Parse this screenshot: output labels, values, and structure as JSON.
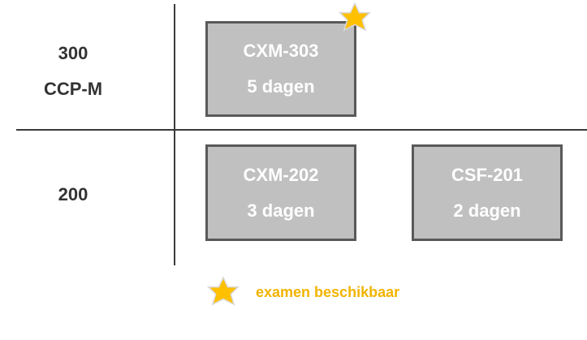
{
  "levels": [
    {
      "number": "300",
      "name": "CCP-M"
    },
    {
      "number": "200",
      "name": ""
    }
  ],
  "courses": [
    {
      "code": "CXM-303",
      "duration": "5 dagen",
      "exam_available": true
    },
    {
      "code": "CXM-202",
      "duration": "3 dagen",
      "exam_available": false
    },
    {
      "code": "CSF-201",
      "duration": "2 dagen",
      "exam_available": false
    }
  ],
  "legend": {
    "icon": "star-icon",
    "label": "examen beschikbaar"
  },
  "colors": {
    "star": "#FFC000",
    "legend_text": "#F2B400",
    "box_fill": "#C0C0C0",
    "box_border": "#595959",
    "lines": "#3A3A3A"
  }
}
